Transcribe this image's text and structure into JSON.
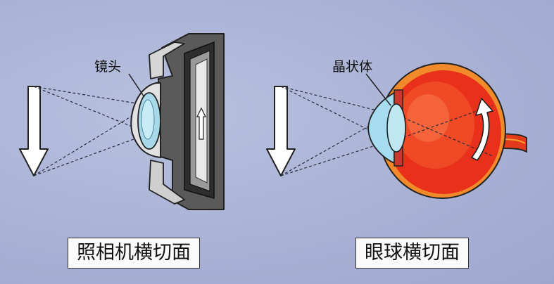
{
  "camera": {
    "lens_label": "镜头",
    "caption": "照相机横切面"
  },
  "eye": {
    "lens_label": "晶状体",
    "caption": "眼球横切面"
  }
}
